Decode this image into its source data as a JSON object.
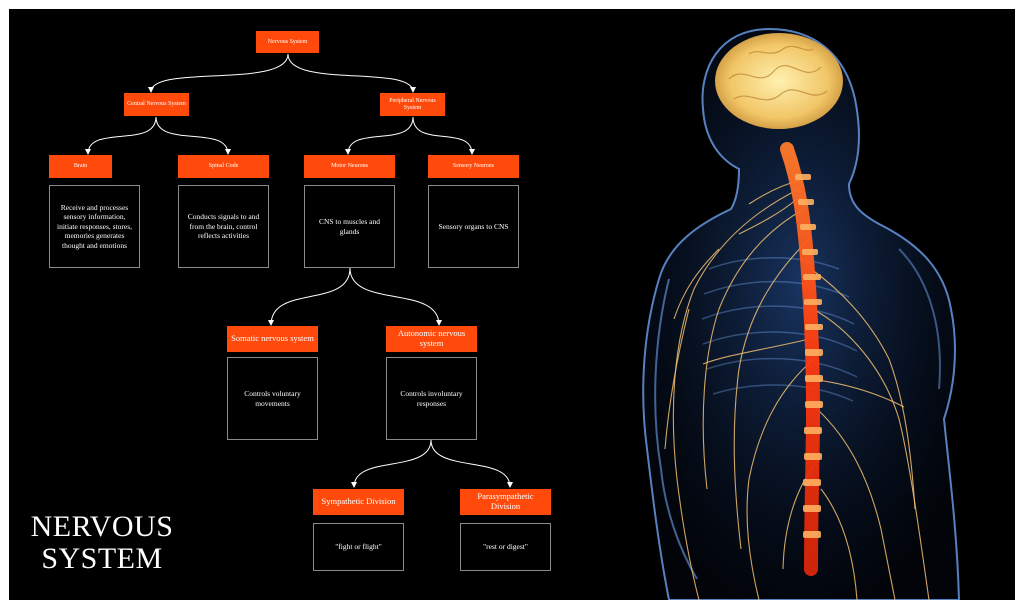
{
  "title": "NERVOUS SYSTEM",
  "colors": {
    "node": "#ff4a0c",
    "background": "#000000",
    "connector": "#ffffff",
    "spine": "#ff3a10",
    "nerve": "#f3c170",
    "body": "#5b8fd8"
  },
  "diagram": {
    "root": "Nervous System",
    "cns": "Central Nervous System",
    "pns": "Peripheral Nervous System",
    "brain": {
      "label": "Brain",
      "desc": "Receive and processes sensory information, initiate responses, stores, memories generates thought and emotions"
    },
    "spinal": {
      "label": "Spinal Code",
      "desc": "Conducts signals to and from the brain, control reflects activities"
    },
    "motor": {
      "label": "Motor Neurons",
      "desc": "CNS to muscles and glands"
    },
    "sensory": {
      "label": "Sensory Neurons",
      "desc": "Sensory organs to CNS"
    },
    "somatic": {
      "label": "Somatic nervous system",
      "desc": "Controls voluntary movements"
    },
    "autonomic": {
      "label": "Autonomic nervous system",
      "desc": "Controls involuntary responses"
    },
    "sympathetic": {
      "label": "Sympathetic Division",
      "desc": "\"fight or flight\""
    },
    "parasympathetic": {
      "label": "Parasympathetic Division",
      "desc": "\"rest or digest\""
    }
  },
  "image": {
    "icon": "human-nervous-system-illustration"
  }
}
